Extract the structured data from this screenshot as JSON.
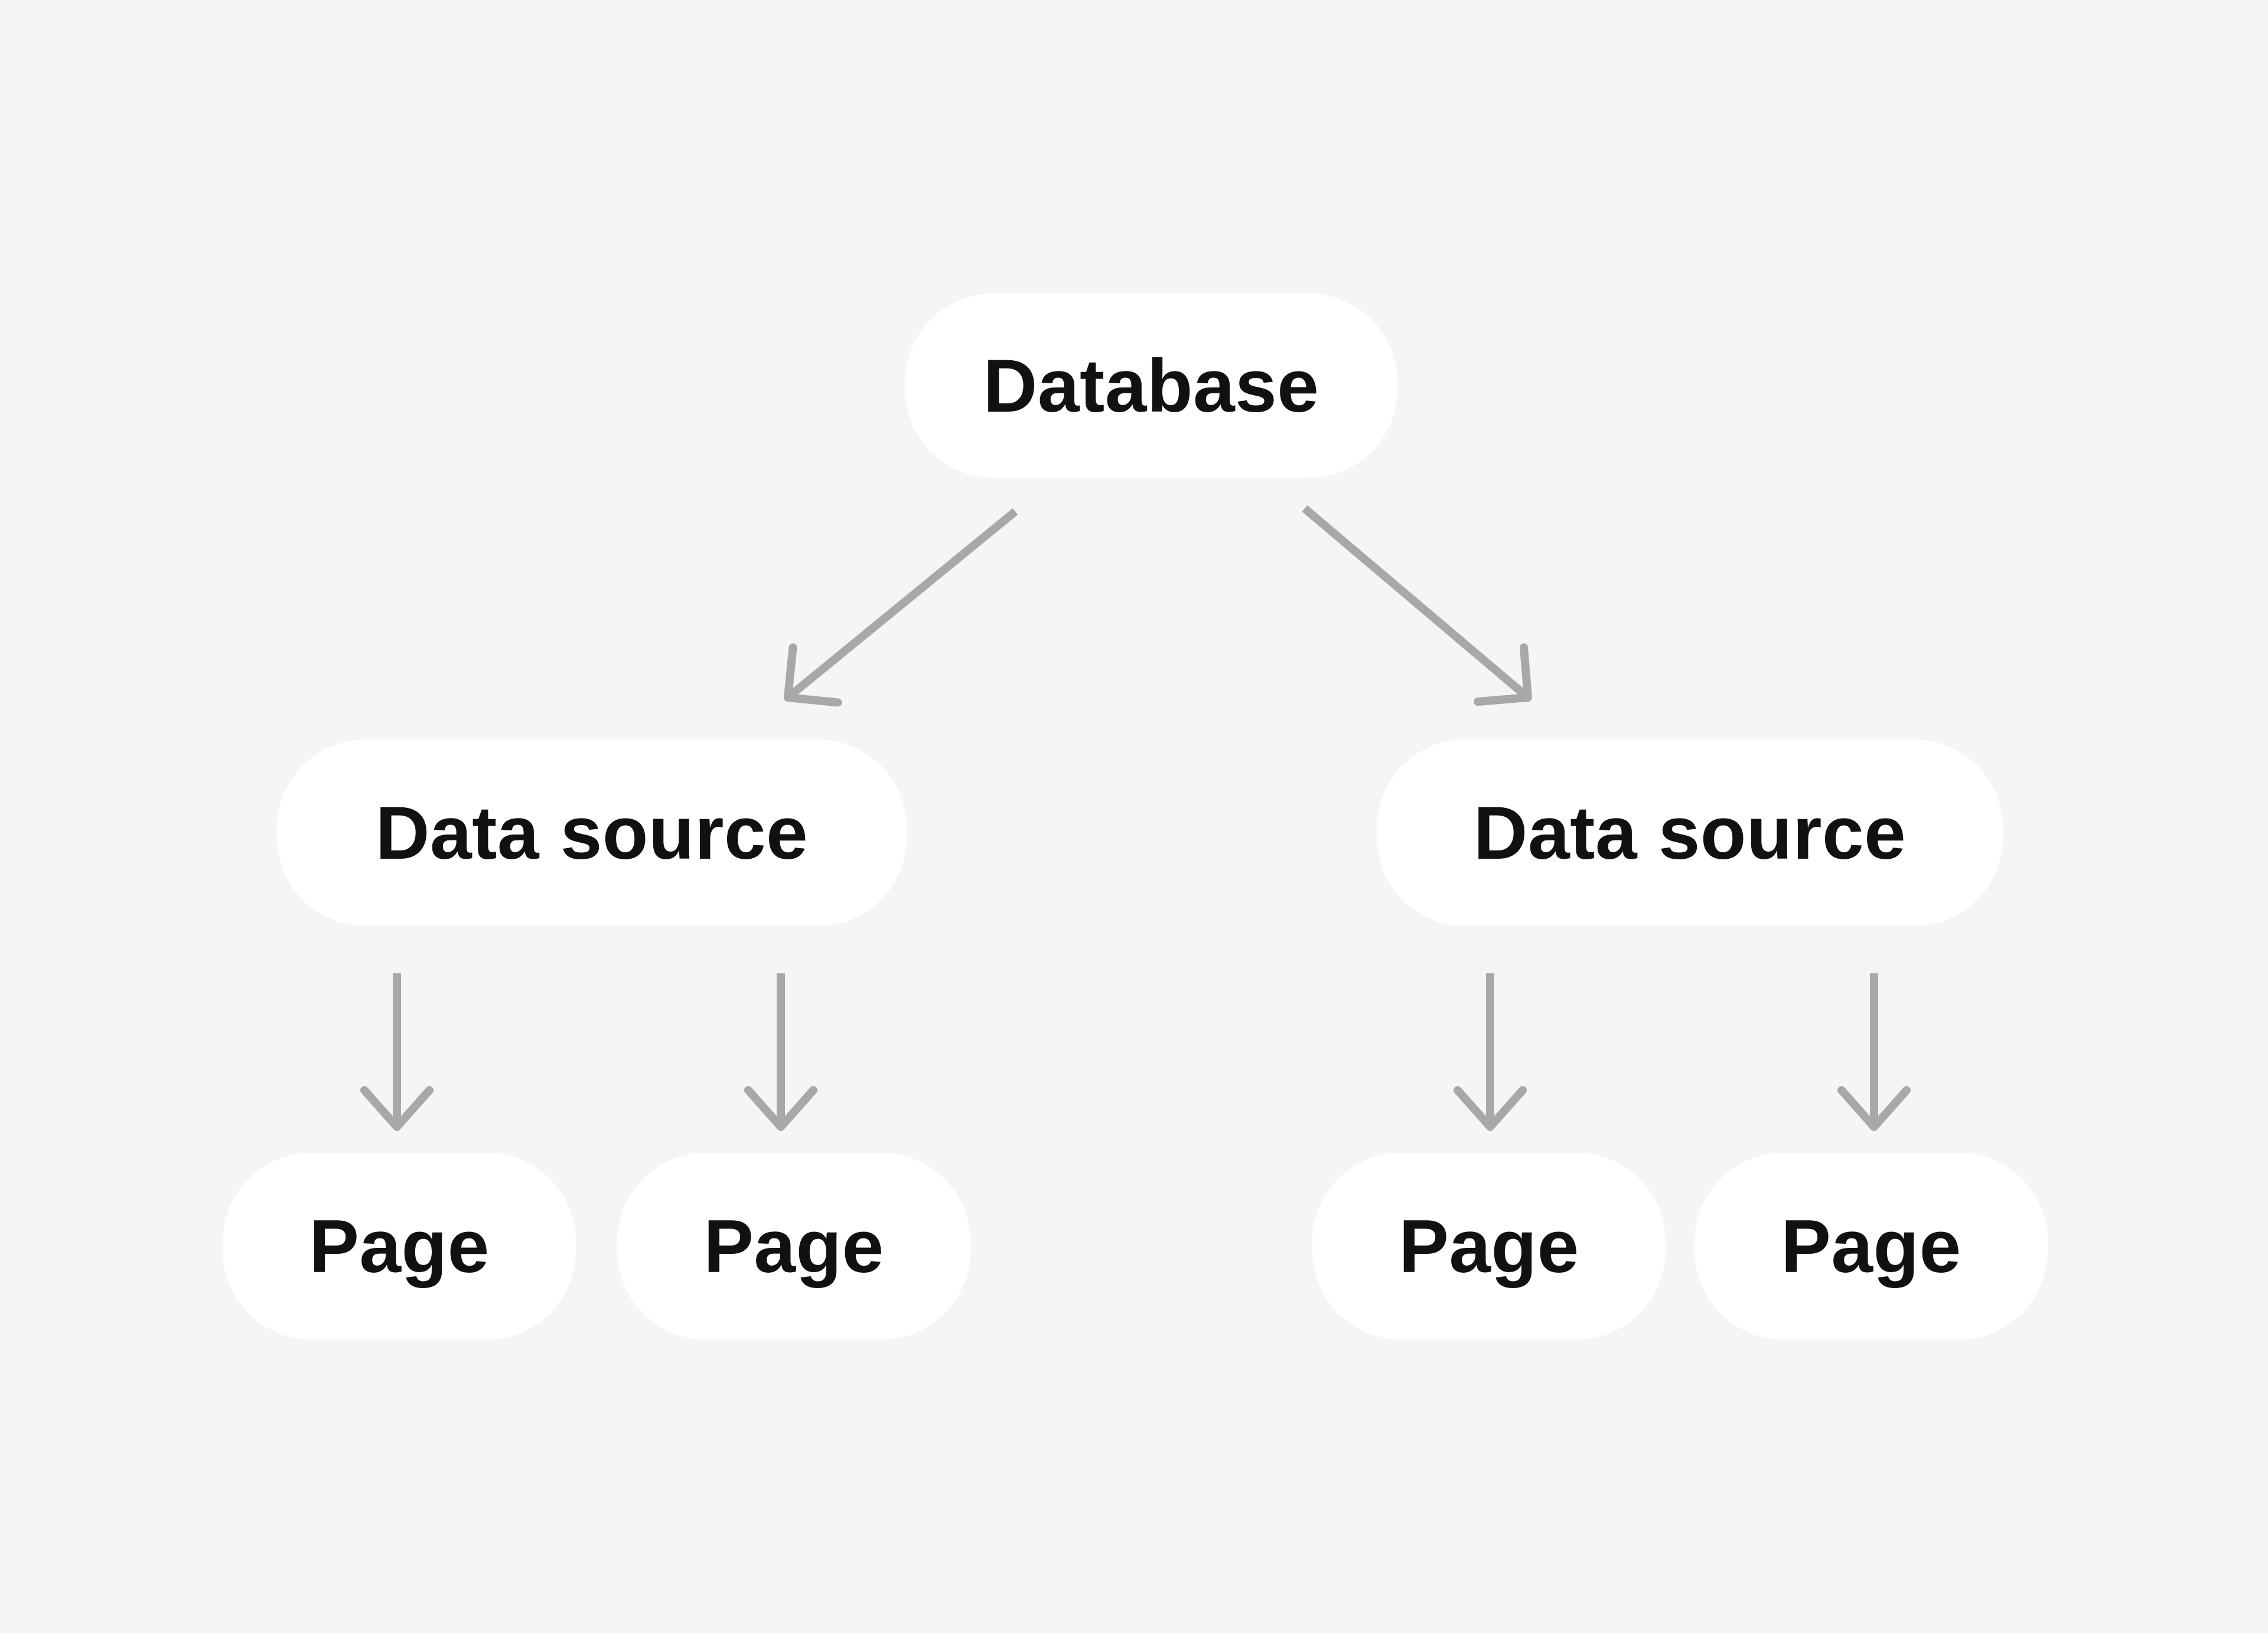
{
  "diagram": {
    "type": "tree",
    "description": "Database hierarchy diagram: one database with two data sources, each data source with two pages"
  },
  "style": {
    "background": "#f6f5f3",
    "node_fill": "#ffffff",
    "text_color": "#111111",
    "arrow_color": "#a8a8a6"
  },
  "nodes": [
    {
      "id": "database",
      "label": "Database"
    },
    {
      "id": "data-source-left",
      "label": "Data source"
    },
    {
      "id": "data-source-right",
      "label": "Data source"
    },
    {
      "id": "page-1",
      "label": "Page"
    },
    {
      "id": "page-2",
      "label": "Page"
    },
    {
      "id": "page-3",
      "label": "Page"
    },
    {
      "id": "page-4",
      "label": "Page"
    }
  ],
  "edges": [
    {
      "from": "database",
      "to": "data-source-left"
    },
    {
      "from": "database",
      "to": "data-source-right"
    },
    {
      "from": "data-source-left",
      "to": "page-1"
    },
    {
      "from": "data-source-left",
      "to": "page-2"
    },
    {
      "from": "data-source-right",
      "to": "page-3"
    },
    {
      "from": "data-source-right",
      "to": "page-4"
    }
  ]
}
